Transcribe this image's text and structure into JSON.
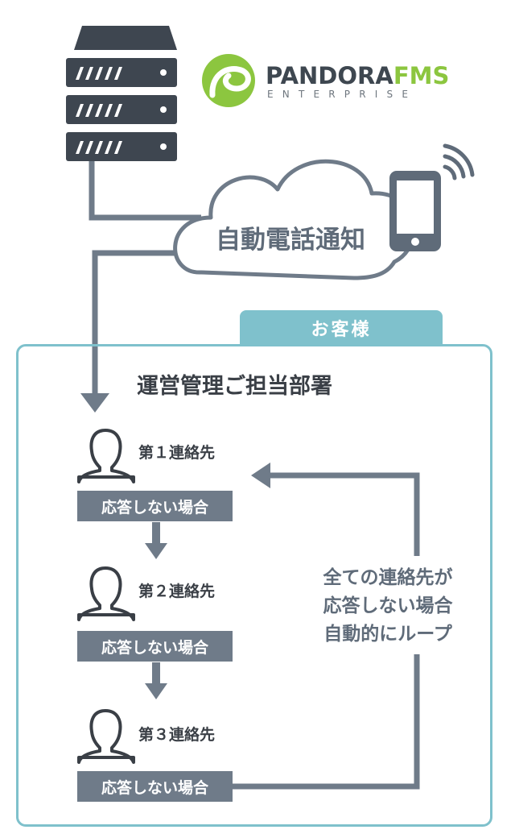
{
  "logo": {
    "brand_dark": "PANDORA",
    "brand_green": "FMS",
    "subtitle": "ENTERPRISE",
    "colors": {
      "green": "#8cc63f",
      "dark": "#3e4750"
    }
  },
  "server": {
    "icon": "server-rack-icon"
  },
  "cloud": {
    "label": "自動電話通知",
    "icon": "smartphone-icon"
  },
  "customer": {
    "tab": "お客様",
    "department": "運営管理ご担当部署",
    "contacts": [
      {
        "label": "第１連絡先",
        "status": "応答しない場合"
      },
      {
        "label": "第２連絡先",
        "status": "応答しない場合"
      },
      {
        "label": "第３連絡先",
        "status": "応答しない場合"
      }
    ],
    "loop_lines": [
      "全ての連絡先が",
      "応答しない場合",
      "自動的にループ"
    ]
  },
  "colors": {
    "flow_gray": "#6f7b89",
    "teal": "#7fc1cc",
    "server_dark": "#3e4650"
  }
}
